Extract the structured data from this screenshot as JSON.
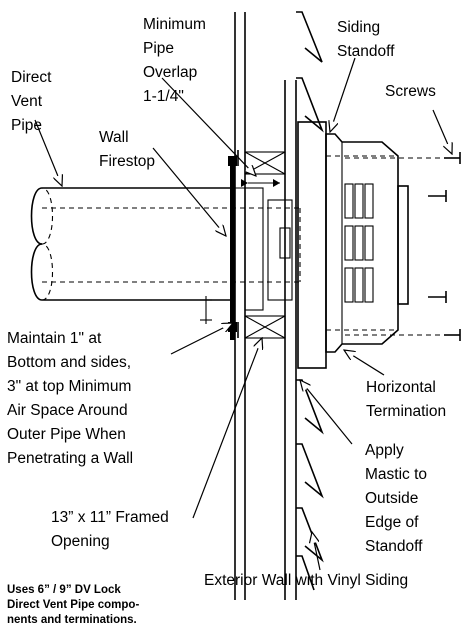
{
  "labels": {
    "min_overlap": [
      "Minimum",
      "Pipe",
      "Overlap",
      "1-1/4\""
    ],
    "siding_standoff": [
      "Siding",
      "Standoff"
    ],
    "direct_vent_pipe": [
      "Direct",
      "Vent",
      "Pipe"
    ],
    "wall_firestop": [
      "Wall",
      "Firestop"
    ],
    "screws": "Screws",
    "maintain_airspace": [
      "Maintain 1\" at",
      "Bottom and sides,",
      "3\" at top Minimum",
      "Air Space Around",
      "Outer Pipe When",
      "Penetrating a Wall"
    ],
    "horizontal_termination": [
      "Horizontal",
      "Termination"
    ],
    "apply_mastic": [
      "Apply",
      "Mastic to",
      "Outside",
      "Edge of",
      "Standoff"
    ],
    "framed_opening": [
      "13” x 11” Framed",
      "Opening"
    ],
    "exterior_wall": "Exterior Wall with Vinyl Siding"
  },
  "note": [
    "Uses 6” / 9” DV Lock",
    "Direct Vent Pipe compo-",
    "nents and terminations."
  ]
}
